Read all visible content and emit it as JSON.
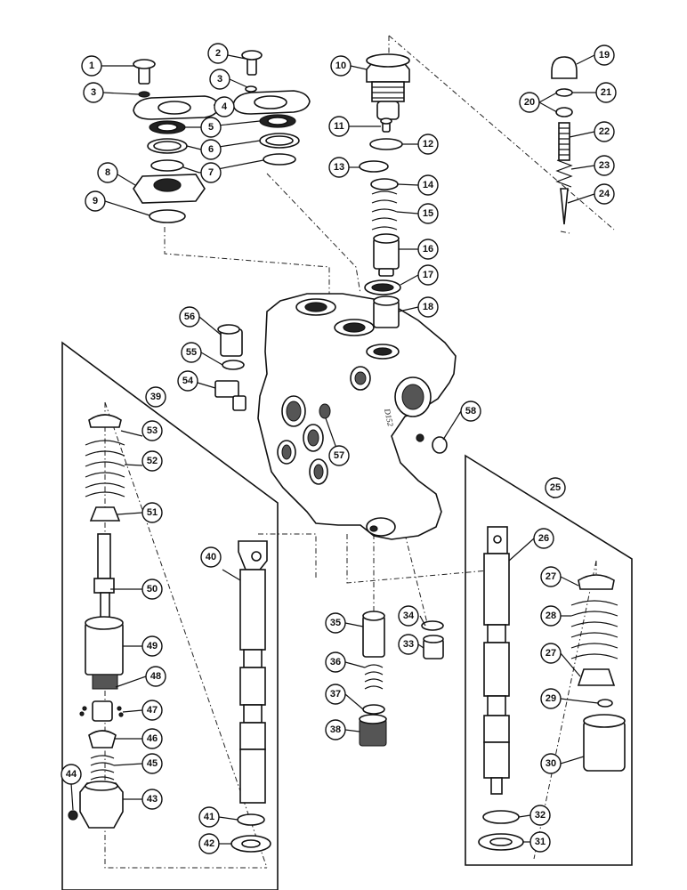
{
  "diagram": {
    "callouts": [
      "1",
      "2",
      "3",
      "3",
      "4",
      "5",
      "6",
      "7",
      "8",
      "9",
      "10",
      "11",
      "12",
      "13",
      "14",
      "15",
      "16",
      "17",
      "18",
      "19",
      "20",
      "21",
      "22",
      "23",
      "24",
      "25",
      "26",
      "27",
      "27",
      "28",
      "29",
      "30",
      "31",
      "32",
      "33",
      "34",
      "35",
      "36",
      "37",
      "38",
      "39",
      "40",
      "41",
      "42",
      "43",
      "44",
      "45",
      "46",
      "47",
      "48",
      "49",
      "50",
      "51",
      "52",
      "53",
      "54",
      "55",
      "56",
      "57",
      "58"
    ],
    "body_stamp": "D152"
  }
}
